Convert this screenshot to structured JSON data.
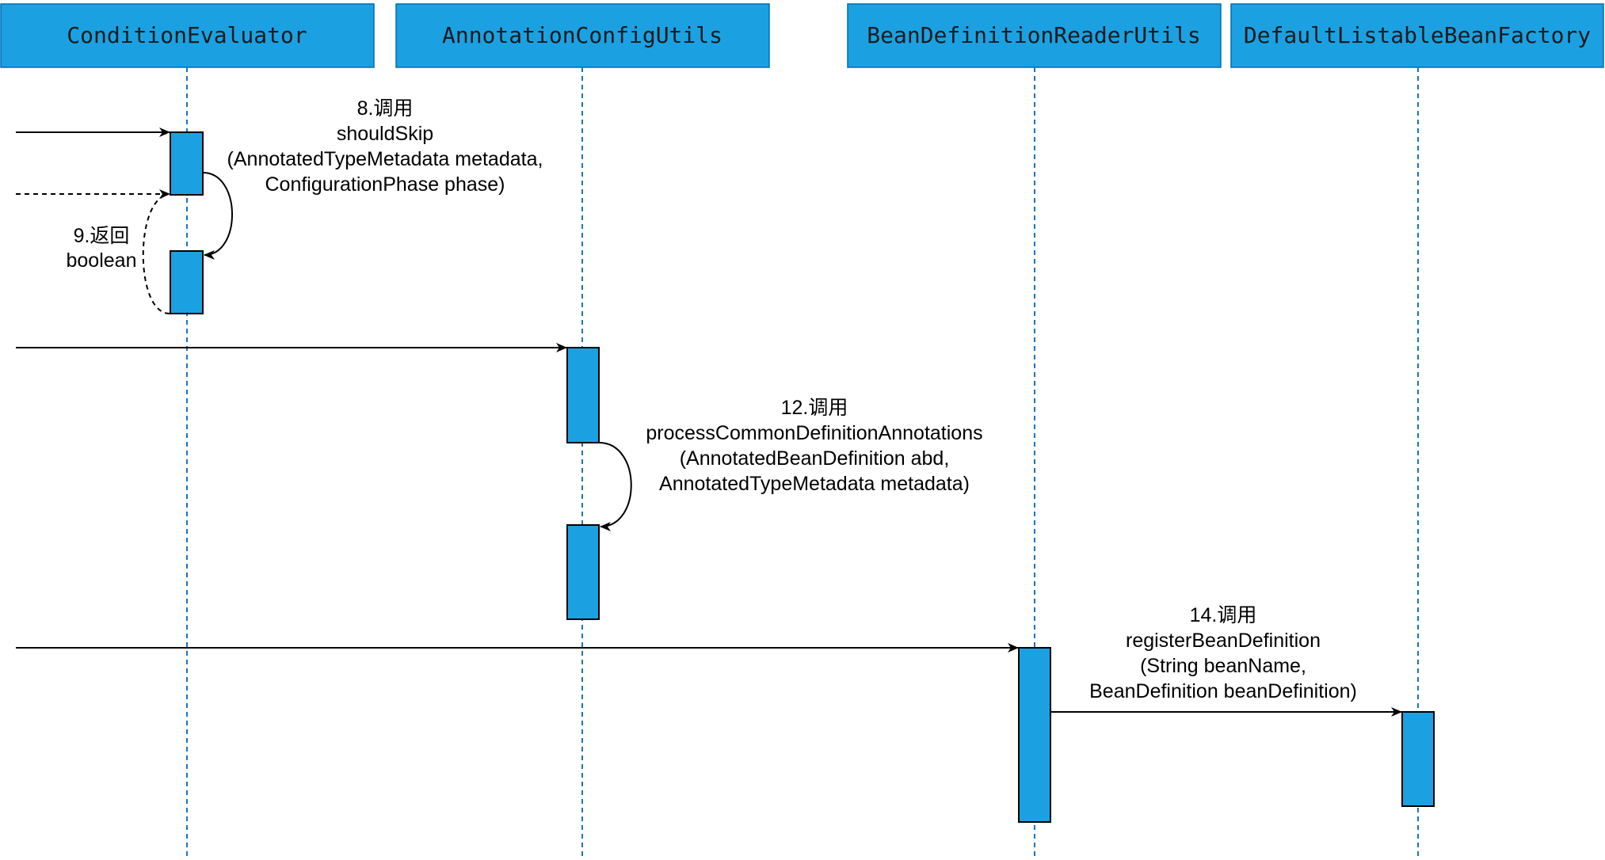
{
  "colors": {
    "box_fill": "#1ba1e2",
    "box_stroke": "#006eaf",
    "lifeline": "#1b75bb",
    "activation_fill": "#1ba1e2",
    "arrow": "#000000"
  },
  "participants": [
    {
      "name": "ConditionEvaluator"
    },
    {
      "name": "AnnotationConfigUtils"
    },
    {
      "name": "BeanDefinitionReaderUtils"
    },
    {
      "name": "DefaultListableBeanFactory"
    }
  ],
  "messages": {
    "m8": [
      "8.调用",
      "shouldSkip",
      "(AnnotatedTypeMetadata metadata,",
      "ConfigurationPhase phase)"
    ],
    "m9": [
      "9.返回",
      "boolean"
    ],
    "m12": [
      "12.调用",
      "processCommonDefinitionAnnotations",
      "(AnnotatedBeanDefinition abd,",
      "AnnotatedTypeMetadata metadata)"
    ],
    "m14": [
      "14.调用",
      "registerBeanDefinition",
      "(String beanName,",
      "BeanDefinition beanDefinition)"
    ]
  }
}
